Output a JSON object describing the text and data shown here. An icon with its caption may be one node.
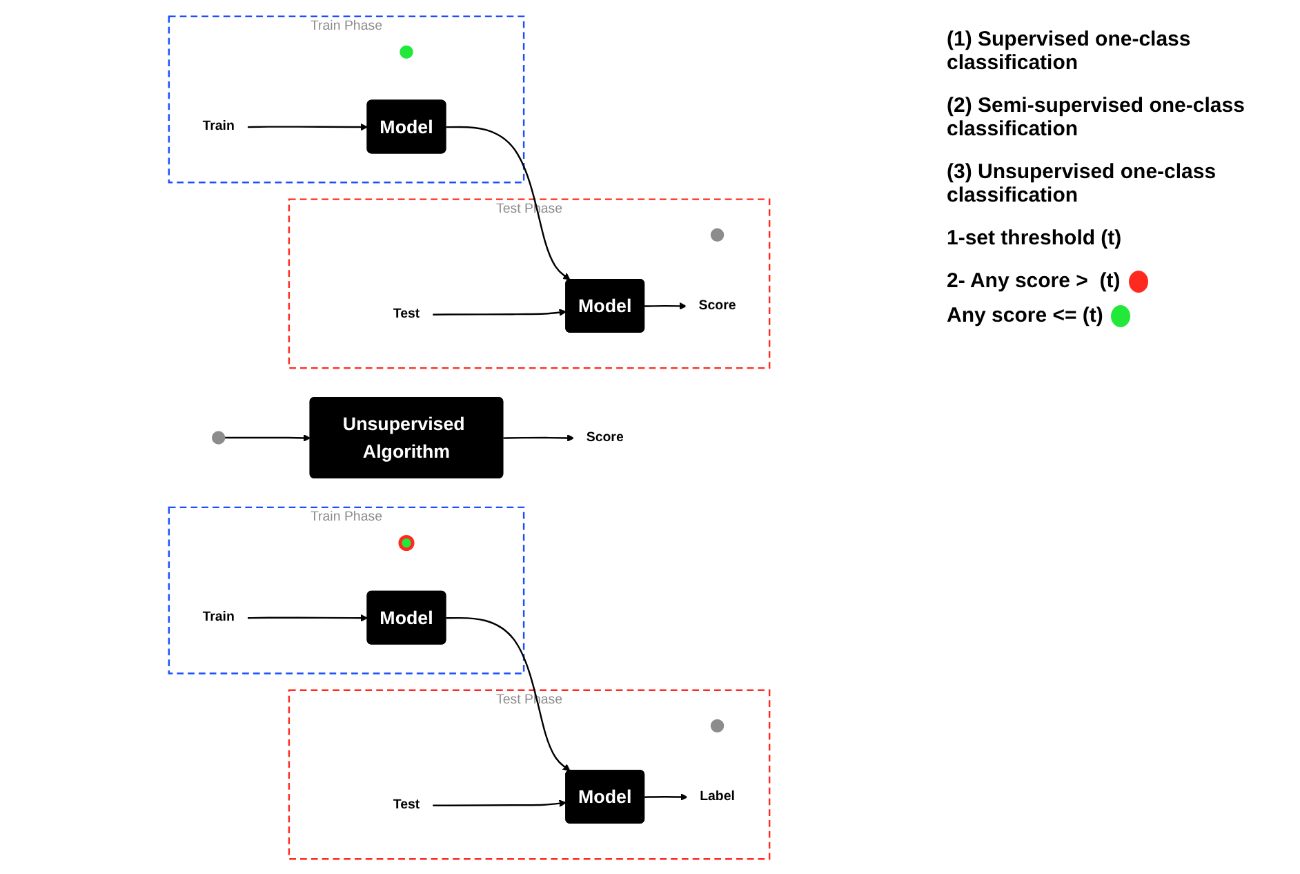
{
  "diagram": {
    "nodes": [
      {
        "text": [
          "Train Phase"
        ]
      },
      {
        "text": [],
        "shape": "circle",
        "in": 0
      },
      {
        "text": [
          "Train"
        ],
        "in": 0
      },
      {
        "text": [
          "Model"
        ],
        "in": 0
      },
      {
        "text": [
          "Test Phase"
        ]
      },
      {
        "text": [],
        "shape": "circle",
        "in": 4
      },
      {
        "text": [
          "Test"
        ],
        "in": 4
      },
      {
        "text": [
          "Model"
        ],
        "in": 4
      },
      {
        "text": [
          "Label"
        ],
        "in": 4
      },
      {
        "text": [
          "Train Phase"
        ]
      },
      {
        "text": [],
        "shape": "circle",
        "in": 9
      },
      {
        "text": [
          "Train"
        ],
        "in": 9
      },
      {
        "text": [
          "Model"
        ],
        "in": 9
      },
      {
        "text": [
          "Test Phase"
        ]
      },
      {
        "text": [],
        "shape": "circle",
        "in": 13
      },
      {
        "text": [
          "Test"
        ],
        "in": 13
      },
      {
        "text": [
          "Model"
        ],
        "in": 13
      },
      {
        "text": [
          "Score"
        ],
        "in": 13
      },
      {
        "text": [],
        "shape": "circle"
      },
      {
        "text": [
          "Unsupervised Algorithm"
        ]
      },
      {
        "text": [
          "Score"
        ]
      }
    ],
    "edges": [
      {
        "from": 2,
        "to": 3,
        "arrow": "to"
      },
      {
        "from": 3,
        "to": 7,
        "arrow": "to"
      },
      {
        "from": 6,
        "to": 7,
        "arrow": "to"
      },
      {
        "from": 7,
        "to": 8,
        "arrow": "to"
      },
      {
        "from": 11,
        "to": 12,
        "arrow": "to"
      },
      {
        "from": 12,
        "to": 16,
        "arrow": "to"
      },
      {
        "from": 15,
        "to": 16,
        "arrow": "to"
      },
      {
        "from": 16,
        "to": 17,
        "arrow": "to"
      },
      {
        "from": 18,
        "to": 19,
        "arrow": "to"
      },
      {
        "from": 19,
        "to": 20,
        "arrow": "to"
      }
    ],
    "labels": [
      "(1) Supervised one-class classification",
      "(2) Semi-supervised one-class classification",
      "(3) Unsupervised one-class classification",
      "1-set threshold (t)"
    ],
    "legend": [
      {
        "text": "2- Any score >  (t)",
        "color": "#ff2a1f"
      },
      {
        "text": "Any score <= (t)",
        "color": "#22e83a"
      }
    ]
  }
}
